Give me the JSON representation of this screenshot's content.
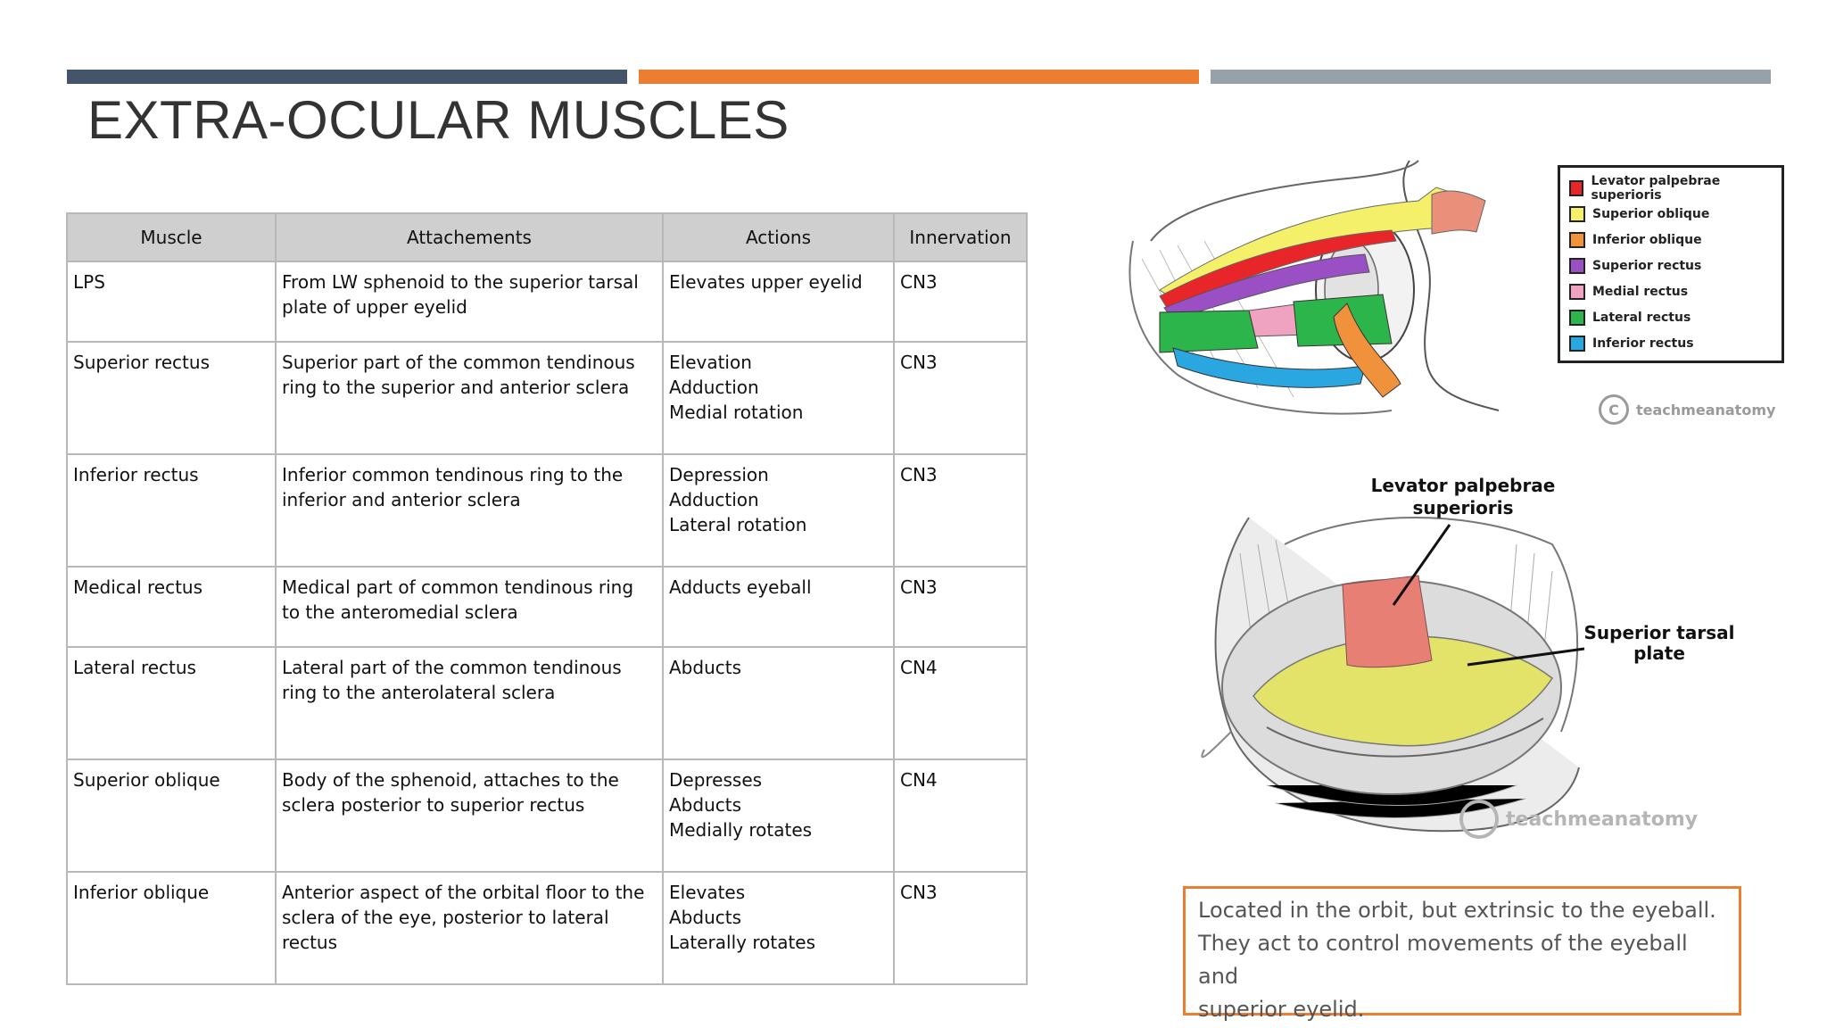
{
  "slide": {
    "title": "EXTRA-OCULAR MUSCLES",
    "accent_colors": [
      "#44546a",
      "#ed7d31",
      "#97a1aa"
    ]
  },
  "table": {
    "headers": [
      "Muscle",
      "Attachements",
      "Actions",
      "Innervation"
    ],
    "rows": [
      {
        "muscle": "LPS",
        "attachments": "From LW sphenoid to the superior tarsal plate of upper eyelid",
        "actions": [
          "Elevates upper eyelid"
        ],
        "innervation": "CN3"
      },
      {
        "muscle": "Superior rectus",
        "attachments": "Superior part of the common tendinous ring to the superior and anterior sclera",
        "actions": [
          "Elevation",
          "Adduction",
          "Medial rotation"
        ],
        "innervation": "CN3"
      },
      {
        "muscle": "Inferior rectus",
        "attachments": "Inferior common tendinous ring to the inferior and anterior sclera",
        "actions": [
          "Depression",
          "Adduction",
          "Lateral rotation"
        ],
        "innervation": "CN3"
      },
      {
        "muscle": "Medical rectus",
        "attachments": "Medical part of common tendinous ring to the anteromedial sclera",
        "actions": [
          "Adducts eyeball"
        ],
        "innervation": "CN3"
      },
      {
        "muscle": "Lateral rectus",
        "attachments": "Lateral part of the common tendinous ring to the anterolateral sclera",
        "actions": [
          "Abducts"
        ],
        "innervation": "CN4"
      },
      {
        "muscle": "Superior oblique",
        "attachments": "Body of the sphenoid, attaches to the sclera posterior to superior rectus",
        "actions": [
          "Depresses",
          "Abducts",
          "Medially rotates"
        ],
        "innervation": "CN4"
      },
      {
        "muscle": "Inferior oblique",
        "attachments": "Anterior aspect of the orbital floor to the sclera of the eye, posterior to lateral rectus",
        "actions": [
          "Elevates",
          "Abducts",
          "Laterally rotates"
        ],
        "innervation": "CN3"
      }
    ]
  },
  "legend": {
    "items": [
      {
        "label": "Levator palpebrae superioris",
        "color": "#e8262a"
      },
      {
        "label": "Superior oblique",
        "color": "#f4f06a"
      },
      {
        "label": "Inferior oblique",
        "color": "#f0913c"
      },
      {
        "label": "Superior rectus",
        "color": "#9b4fc4"
      },
      {
        "label": "Medial rectus",
        "color": "#f0a3c0"
      },
      {
        "label": "Lateral rectus",
        "color": "#2cb54a"
      },
      {
        "label": "Inferior rectus",
        "color": "#2aa6e0"
      }
    ]
  },
  "watermarks": {
    "top": {
      "symbol": "C",
      "text": "teachmeanatomy"
    },
    "bottom": {
      "text": "teachmeanatomy"
    }
  },
  "diagram_labels": {
    "lps": "Levator palpebrae superioris",
    "tarsal": "Superior tarsal plate"
  },
  "note": {
    "lines": [
      "Located in the orbit, but extrinsic to the eyeball.",
      "They act to control movements of the eyeball and",
      "superior eyelid."
    ]
  }
}
